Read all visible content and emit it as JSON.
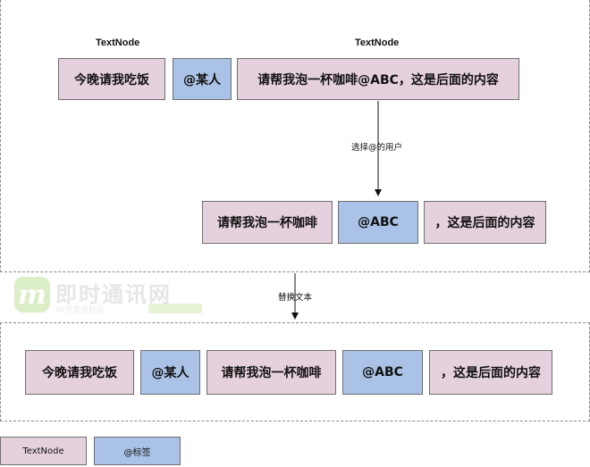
{
  "top_section": {
    "header_textnode_left": "TextNode",
    "header_textnode_right": "TextNode",
    "row1": {
      "text_a": "今晚请我吃饭",
      "mention": "@某人",
      "text_b": "请帮我泡一杯咖啡@ABC，这是后面的内容"
    },
    "arrow_label": "选择@的用户",
    "row2": {
      "text_before": "请帮我泡一杯咖啡",
      "mention": "@ABC",
      "text_after": "，这是后面的内容"
    }
  },
  "middle_arrow_label": "替换文本",
  "bottom_section": {
    "row": {
      "text_a": "今晚请我吃饭",
      "mention_a": "@某人",
      "text_b": "请帮我泡一杯咖啡",
      "mention_b": "@ABC",
      "text_c": "，这是后面的内容"
    }
  },
  "legend": {
    "textnode": "TextNode",
    "tag": "@标签"
  },
  "watermark": {
    "logo_letter": "m",
    "title": "即时通讯网",
    "subtitle": "IM开发者社区"
  },
  "colors": {
    "textnode_fill": "#e5d0de",
    "tag_fill": "#a9c2e6",
    "border": "#6f6f6f"
  }
}
